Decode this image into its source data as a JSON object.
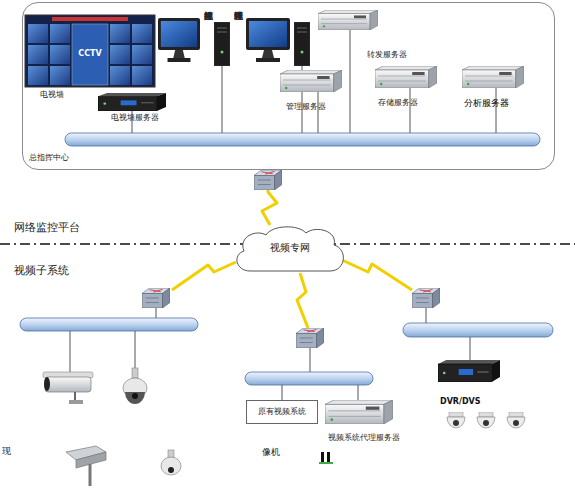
{
  "diagram": {
    "nodes": [
      {
        "text": [
          "总指挥中心"
        ]
      },
      {
        "text": [
          "电视墙"
        ],
        "in": 0
      },
      {
        "text": [
          "电视墙服务器"
        ],
        "in": 0
      },
      {
        "text": [
          "视频监控终端"
        ],
        "in": 0
      },
      {
        "text": [
          "视频管理终端"
        ],
        "in": 0
      },
      {
        "text": [
          "转发服务器"
        ],
        "in": 0
      },
      {
        "text": [
          "管理服务器"
        ],
        "in": 0
      },
      {
        "text": [
          "存储服务器"
        ],
        "in": 0
      },
      {
        "text": [
          "分析服务器"
        ],
        "in": 0
      },
      {
        "text": [
          "视频专网"
        ]
      },
      {
        "text": [
          "原有视频系统"
        ]
      },
      {
        "text": [
          "视频系统代理服务器"
        ]
      },
      {
        "text": [
          "DVR/DVS"
        ]
      }
    ],
    "edges": [
      {
        "from": 0,
        "to": 9,
        "arrow": "none"
      }
    ],
    "labels": [
      "网络监控平台",
      "视频子系统",
      "CCTV",
      "现",
      "像机"
    ]
  }
}
